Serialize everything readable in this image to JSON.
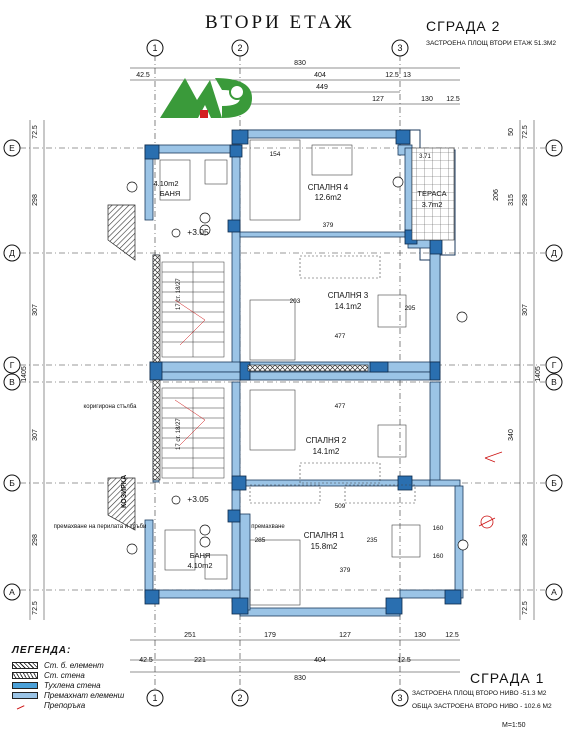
{
  "title": "ВТОРИ ЕТАЖ",
  "building_top": {
    "name": "СГРАДА 2",
    "built_area": "ЗАСТРОЕНА ПЛОЩ ВТОРИ ЕТАЖ 51.3М2"
  },
  "building_bottom": {
    "name": "СГРАДА 1",
    "line1": "ЗАСТРОЕНА ПЛОЩ ВТОРО НИВО -51.3 М2",
    "line2": "ОБЩА ЗАСТРОЕНА ВТОРО НИВО - 102.6 М2"
  },
  "scale": "M=1:50",
  "legend": {
    "title": "ЛЕГЕНДА:",
    "items": [
      "Ст. б. елемент",
      "Ст. стена",
      "Тухлена стена",
      "Премахнат елеменш",
      "Препоръка"
    ]
  },
  "axes": {
    "columns": [
      "1",
      "2",
      "3"
    ],
    "rows": [
      "Е",
      "Д",
      "Г",
      "В",
      "Б",
      "А"
    ]
  },
  "rooms": {
    "bedroom4": {
      "name": "СПАЛНЯ 4",
      "area": "12.6m2"
    },
    "terrace": {
      "name": "ТЕРАСА",
      "area": "3.7m2"
    },
    "bath_top": {
      "area": "4.10m2",
      "name": "БАНЯ"
    },
    "bedroom3": {
      "name": "СПАЛНЯ 3",
      "area": "14.1m2"
    },
    "bedroom2": {
      "name": "СПАЛНЯ 2",
      "area": "14.1m2"
    },
    "bedroom1": {
      "name": "СПАЛНЯ 1",
      "area": "15.8m2"
    },
    "bath_bottom": {
      "name": "БАНЯ",
      "area": "4.10m2"
    }
  },
  "notes": {
    "level_top": "+3.05",
    "level_bottom": "+3.05",
    "stair_top": "17 ст. 18/27",
    "stair_bottom": "17 ст. 18/27",
    "corrugated_stair": "коригирона стълба",
    "canopy": "КОЗИРКА",
    "remove_note": "премахване на перилата и тръби",
    "removal": "премахване",
    "terrace_dim": "3.71"
  },
  "dims_top": {
    "row1": [
      "830"
    ],
    "row2": [
      "42.5",
      "404",
      "12.5",
      "13"
    ],
    "row3": [
      "449"
    ],
    "row4": [
      "127",
      "130",
      "12.5"
    ]
  },
  "dims_bottom": {
    "row1": [
      "251",
      "179",
      "127",
      "130",
      "12.5"
    ],
    "row2": [
      "42.5",
      "221",
      "404",
      "12.5"
    ],
    "row3": [
      "830"
    ]
  },
  "dims_right": [
    "72.5",
    "50",
    "298",
    "206",
    "315",
    "307",
    "1405",
    "340",
    "298",
    "72.5"
  ],
  "dims_left": [
    "72.5",
    "298",
    "307",
    "1405",
    "307",
    "298",
    "72.5"
  ],
  "room_dims": [
    "477",
    "477",
    "509",
    "379",
    "379",
    "154",
    "203",
    "295",
    "285",
    "235",
    "160",
    "160"
  ]
}
